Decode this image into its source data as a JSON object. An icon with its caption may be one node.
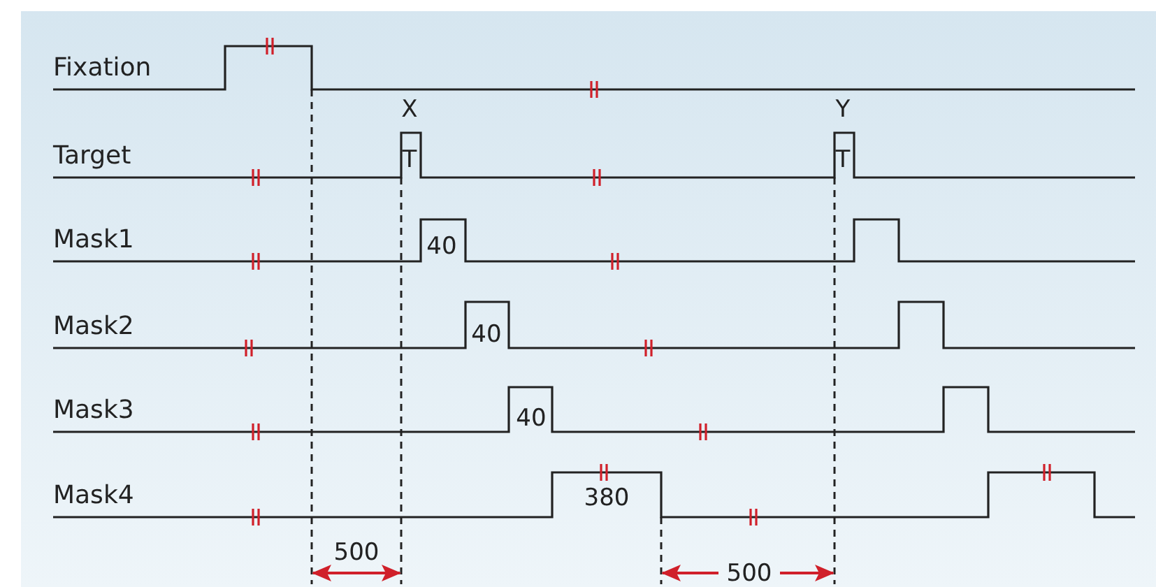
{
  "diagram": {
    "labels": [
      "Fixation",
      "X",
      "Y",
      "Target",
      "T",
      "T",
      "Mask1",
      "40",
      "Mask2",
      "40",
      "Mask3",
      "40",
      "Mask4",
      "380",
      "500",
      "500"
    ]
  }
}
